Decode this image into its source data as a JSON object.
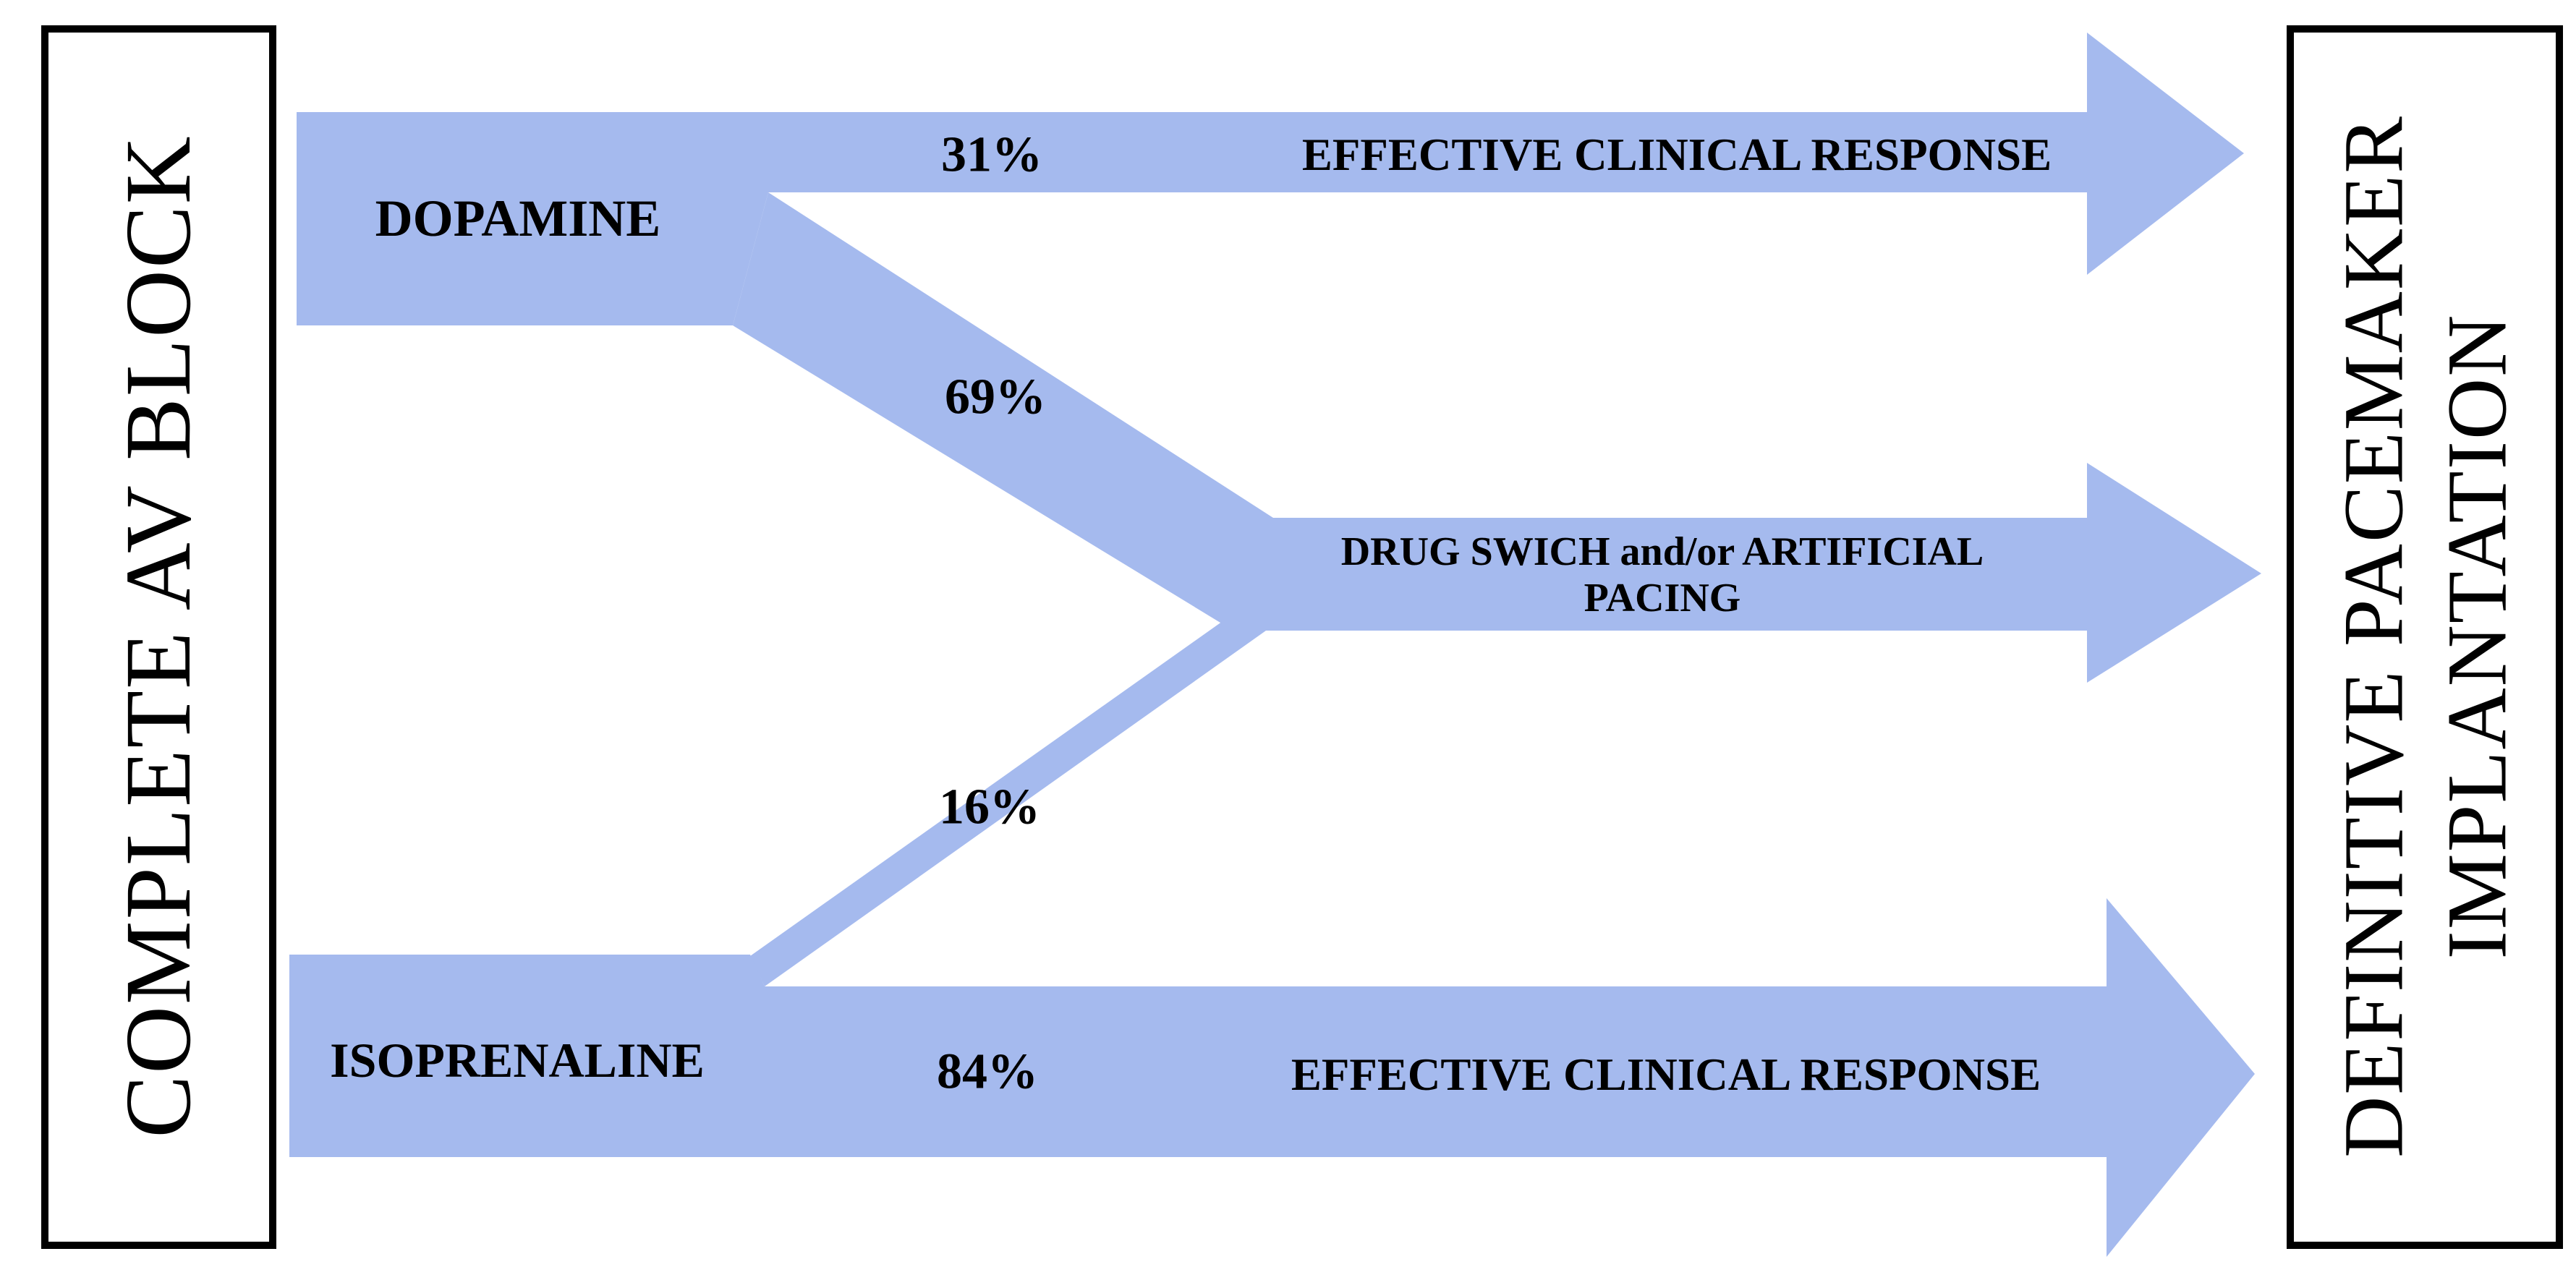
{
  "colors": {
    "flow_fill": "#a5baee",
    "box_fill": "#ffffff",
    "box_border": "#000000",
    "label_text": "#000000",
    "background": "#ffffff"
  },
  "source_box": {
    "label": "COMPLETE AV BLOCK"
  },
  "target_box": {
    "line1": "DEFINITIVE PACEMAKER",
    "line2": "IMPLANTATION"
  },
  "flows": {
    "dopamine": {
      "label": "DOPAMINE",
      "from": "COMPLETE AV BLOCK"
    },
    "isoprenaline": {
      "label": "ISOPRENALINE",
      "from": "COMPLETE AV BLOCK"
    },
    "dopamine_effective": {
      "percent": "31%",
      "label": "EFFECTIVE CLINICAL RESPONSE",
      "to": "DEFINITIVE PACEMAKER IMPLANTATION"
    },
    "dopamine_switch": {
      "percent": "69%"
    },
    "isoprenaline_switch": {
      "percent": "16%"
    },
    "isoprenaline_effective": {
      "percent": "84%",
      "label": "EFFECTIVE CLINICAL RESPONSE",
      "to": "DEFINITIVE PACEMAKER IMPLANTATION"
    },
    "switch_pacing": {
      "line1": "DRUG SWICH and/or ARTIFICIAL",
      "line2": "PACING",
      "to": "DEFINITIVE PACEMAKER IMPLANTATION"
    }
  }
}
